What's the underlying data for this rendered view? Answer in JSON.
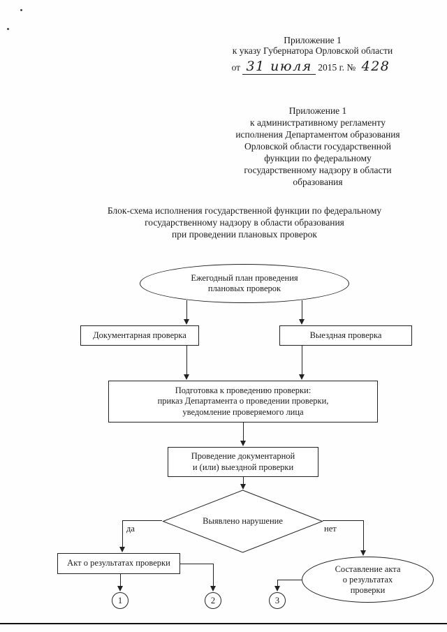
{
  "header_decree": {
    "line1": "Приложение 1",
    "line2": "к указу Губернатора Орловской области",
    "from_label": "от",
    "date_handwritten": "31 июля",
    "year_label": "2015 г. №",
    "number_handwritten": "428"
  },
  "header_regulation": {
    "lines": [
      "Приложение 1",
      "к административному регламенту",
      "исполнения Департаментом образования",
      "Орловской области государственной",
      "функции по федеральному",
      "государственному надзору в области",
      "образования"
    ]
  },
  "title": {
    "lines": [
      "Блок-схема исполнения государственной функции по федеральному",
      "государственному надзору в области образования",
      "при проведении плановых проверок"
    ]
  },
  "flowchart": {
    "annual_plan": {
      "lines": [
        "Ежегодный план проведения",
        "плановых проверок"
      ]
    },
    "documentary_check": "Документарная проверка",
    "field_check": "Выездная проверка",
    "preparation": {
      "lines": [
        "Подготовка к проведению проверки:",
        "приказ Департамента о проведении проверки,",
        "уведомление проверяемого лица"
      ]
    },
    "conduct": {
      "lines": [
        "Проведение документарной",
        "и (или) выездной проверки"
      ]
    },
    "decision": "Выявлено нарушение",
    "yes_label": "да",
    "no_label": "нет",
    "act_result": "Акт о результатах проверки",
    "drawing_act": {
      "lines": [
        "Составление акта",
        "о результатах",
        "проверки"
      ]
    },
    "connector_1": "1",
    "connector_2": "2",
    "connector_3": "3"
  }
}
